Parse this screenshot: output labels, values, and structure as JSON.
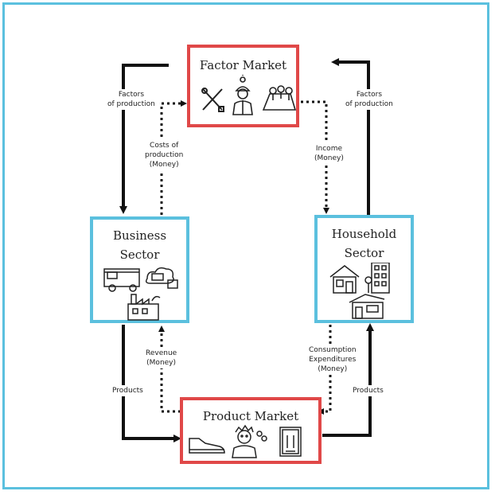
{
  "diagram": {
    "nodes": {
      "factor_market": {
        "label": "Factor Market",
        "icons": [
          "tools-icon",
          "worker-icon",
          "land-icon"
        ]
      },
      "business_sector": {
        "label_line1": "Business",
        "label_line2": "Sector",
        "icons": [
          "food-truck-icon",
          "cloud-tech-icon",
          "factory-icon"
        ]
      },
      "household_sector": {
        "label_line1": "Household",
        "label_line2": "Sector",
        "icons": [
          "house-icon",
          "apartment-icon",
          "home-icon"
        ]
      },
      "product_market": {
        "label": "Product Market",
        "icons": [
          "shoe-icon",
          "barber-icon",
          "menu-icon"
        ]
      }
    },
    "edges": {
      "business_to_factor_solid": {
        "line1": "Factors",
        "line2": "of production"
      },
      "business_to_factor_dotted": {
        "line1": "Costs of",
        "line2": "production",
        "line3": "(Money)"
      },
      "factor_to_household_dotted": {
        "line1": "Income",
        "line2": "(Money)"
      },
      "household_to_factor_solid": {
        "line1": "Factors",
        "line2": "of production"
      },
      "product_to_business_dotted": {
        "line1": "Revenue",
        "line2": "(Money)"
      },
      "business_to_product_solid": {
        "line1": "Products"
      },
      "household_to_product_dotted": {
        "line1": "Consumption",
        "line2": "Expenditures",
        "line3": "(Money)"
      },
      "product_to_household_solid": {
        "line1": "Products"
      }
    },
    "colors": {
      "market_border": "#e04848",
      "sector_border": "#5bc0de",
      "frame": "#5bc0de",
      "arrow": "#111111"
    }
  }
}
